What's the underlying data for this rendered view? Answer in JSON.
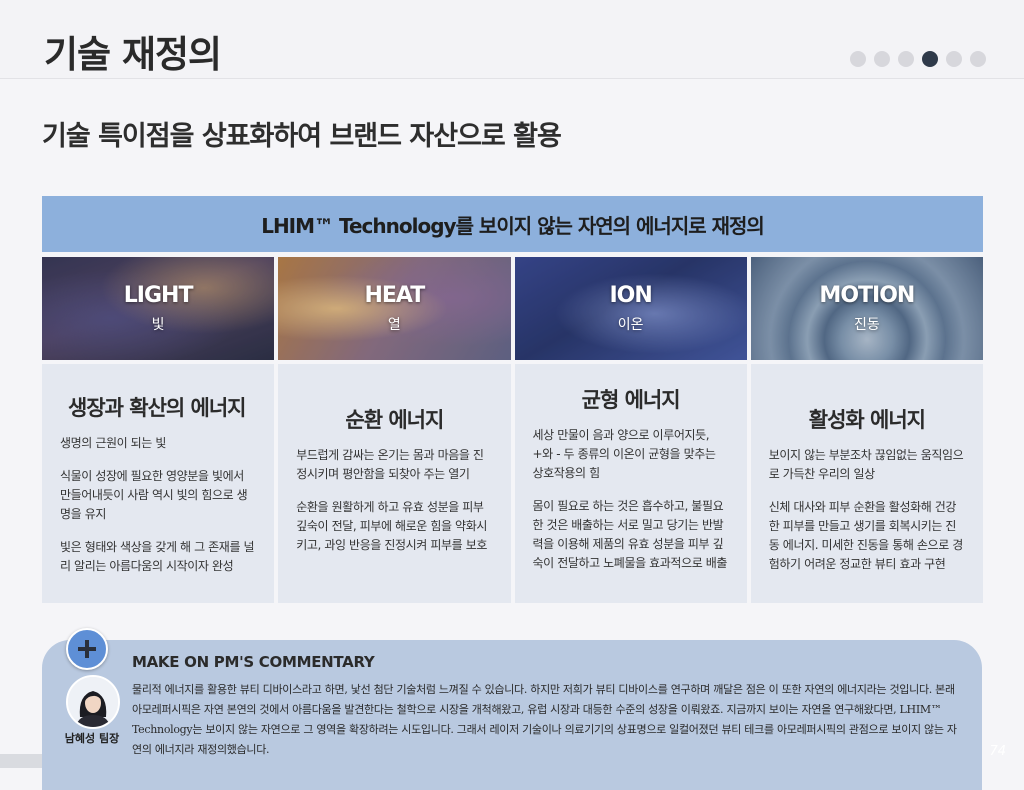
{
  "header": {
    "title": "기술 재정의",
    "pager": {
      "total": 6,
      "active_index": 3
    }
  },
  "subtitle": "기술 특이점을 상표화하여 브랜드 자산으로 활용",
  "banner": "LHIM™ Technology를 보이지 않는 자연의 에너지로 재정의",
  "elements": [
    {
      "name": "LIGHT",
      "kor": "빛"
    },
    {
      "name": "HEAT",
      "kor": "열"
    },
    {
      "name": "ION",
      "kor": "이온"
    },
    {
      "name": "MOTION",
      "kor": "진동"
    }
  ],
  "descriptions": [
    {
      "title": "생장과 확산의 에너지",
      "paragraphs": [
        "생명의 근원이 되는 빛",
        "식물이 성장에 필요한 영양분을 빛에서 만들어내듯이 사람 역시 빛의 힘으로 생명을 유지",
        "빛은 형태와 색상을 갖게 해 그 존재를 널리 알리는 아름다움의 시작이자 완성"
      ]
    },
    {
      "title": "순환 에너지",
      "paragraphs": [
        "부드럽게 감싸는 온기는 몸과 마음을 진정시키며 평안함을 되찾아 주는 열기",
        "순환을 원활하게 하고 유효 성분을 피부 깊숙이 전달, 피부에 해로운 힘을 약화시키고, 과잉 반응을 진정시켜 피부를 보호"
      ]
    },
    {
      "title": "균형 에너지",
      "paragraphs": [
        "세상 만물이 음과 양으로 이루어지듯, +와 - 두 종류의 이온이 균형을 맞추는 상호작용의 힘",
        "몸이 필요로 하는 것은 흡수하고, 불필요한 것은 배출하는 서로 밀고 당기는 반발력을 이용해 제품의 유효 성분을 피부 깊숙이 전달하고 노폐물을 효과적으로 배출"
      ]
    },
    {
      "title": "활성화 에너지",
      "paragraphs": [
        "보이지 않는 부분조차 끊임없는 움직임으로 가득찬 우리의 일상",
        "신체 대사와 피부 순환을 활성화해 건강한 피부를 만들고 생기를 회복시키는 진동 에너지. 미세한 진동을 통해 손으로 경험하기 어려운 정교한 뷰티 효과 구현"
      ]
    }
  ],
  "commentary": {
    "heading": "MAKE ON PM'S COMMENTARY",
    "author": "남혜성 팀장",
    "text": "물리적 에너지를 활용한 뷰티 디바이스라고 하면, 낯선 첨단 기술처럼 느껴질 수 있습니다. 하지만 저희가 뷰티 디바이스를 연구하며 깨달은 점은 이 또한 자연의 에너지라는 것입니다. 본래 아모레퍼시픽은 자연 본연의 것에서 아름다움을 발견한다는 철학으로 시장을 개척해왔고, 유럽 시장과 대등한 수준의 성장을 이뤄왔죠. 지금까지 보이는 자연을 연구해왔다면, LHIM™ Technology는 보이지 않는 자연으로 그 영역을 확장하려는 시도입니다. 그래서 레이저 기술이나 의료기기의 상표명으로 일컬어졌던 뷰티 테크를 아모레퍼시픽의 관점으로 보이지 않는 자연의 에너지라 재정의했습니다."
  },
  "page_number": "74"
}
